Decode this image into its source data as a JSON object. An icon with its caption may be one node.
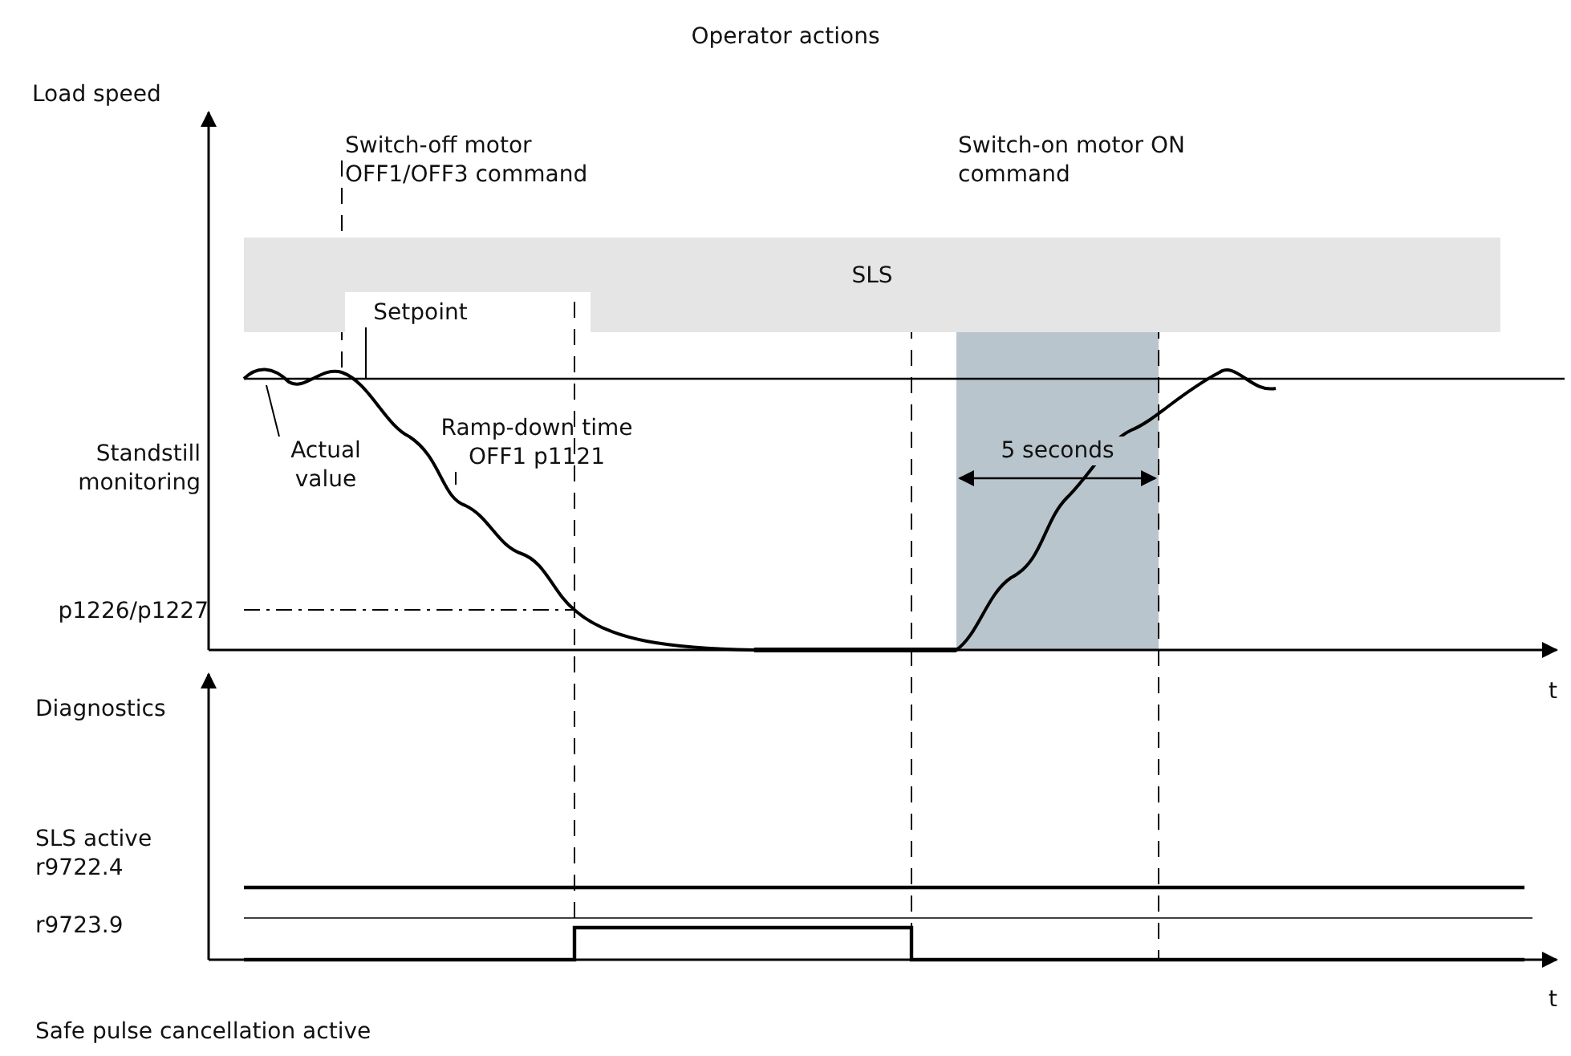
{
  "diagram": {
    "title": "Operator actions",
    "nodes": [
      {
        "text": [
          "SLS"
        ]
      },
      {
        "text": [
          "Setpoint"
        ]
      },
      {
        "text": [
          "Actual value"
        ]
      },
      {
        "text": [
          "Ramp-down time OFF1 p1121"
        ]
      }
    ],
    "edges": [
      {
        "from": 1,
        "to": null,
        "arrow": "none"
      },
      {
        "from": 2,
        "to": null,
        "arrow": "none"
      },
      {
        "from": 3,
        "to": null,
        "arrow": "none"
      }
    ],
    "labels": [
      "Load speed",
      "Switch-off motor OFF1/OFF3 command",
      "Switch-on motor ON command",
      "Standstill monitoring",
      "p1226/p1227",
      "5 seconds",
      "t",
      "Diagnostics",
      "SLS active r9722.4",
      "r9723.9",
      "t",
      "Safe pulse cancellation active"
    ]
  }
}
